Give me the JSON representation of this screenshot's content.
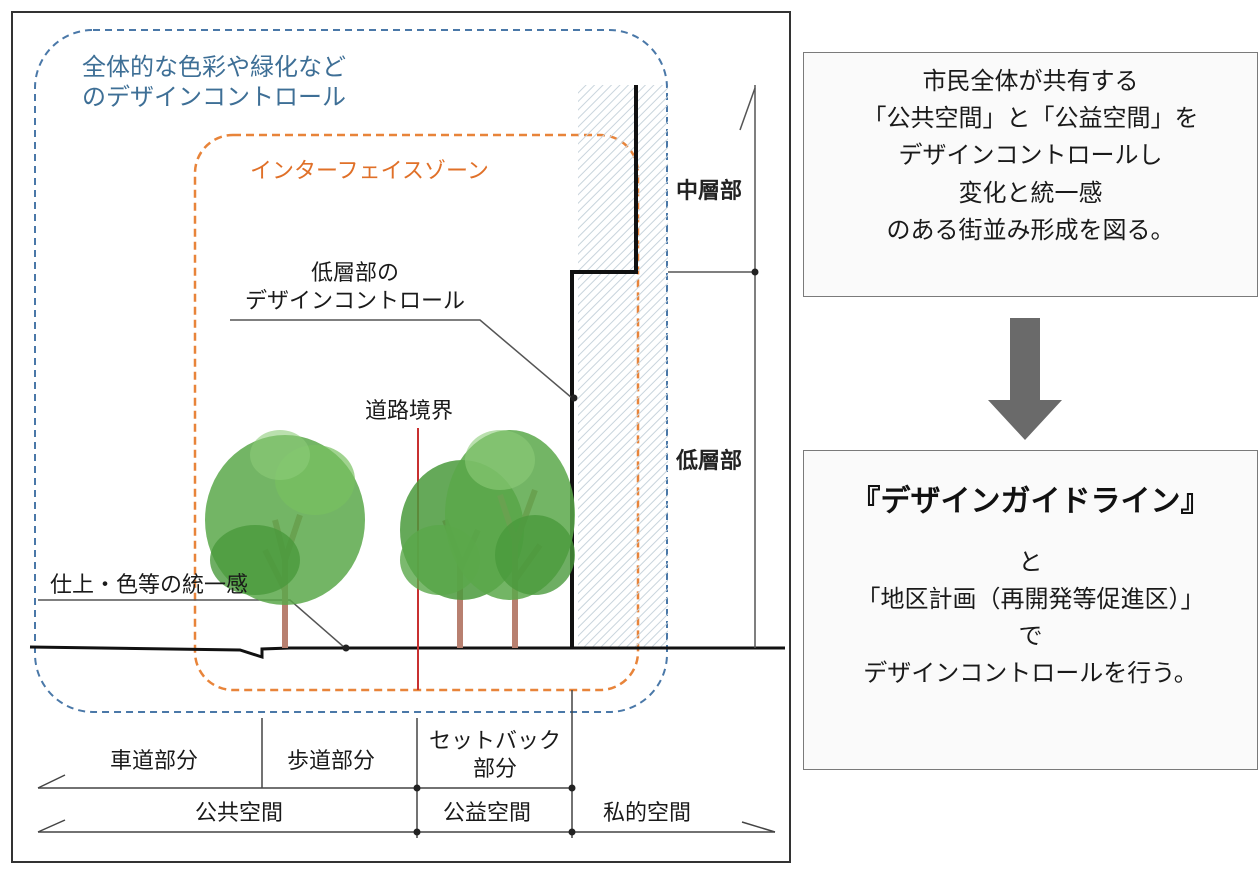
{
  "diagram": {
    "blue_zone_label": [
      "全体的な色彩や緑化など",
      "のデザインコントロール"
    ],
    "orange_zone_label": "インターフェイスゾーン",
    "low_rise_control_label": [
      "低層部の",
      "デザインコントロール"
    ],
    "mid_floor_label": "中層部",
    "low_floor_label": "低層部",
    "road_boundary_label": "道路境界",
    "finish_unity_label": "仕上・色等の統一感",
    "zones_top": [
      "車道部分",
      "歩道部分"
    ],
    "setback_label": [
      "セットバック",
      "部分"
    ],
    "zones_bottom": [
      "公共空間",
      "公益空間",
      "私的空間"
    ]
  },
  "message_box": {
    "lines": [
      "市民全体が共有する",
      "「公共空間」と「公益空間」を",
      "デザインコントロールし",
      "変化と統一感",
      "のある街並み形成を図る。"
    ]
  },
  "guideline_box": {
    "title": "『デザインガイドライン』",
    "lines": [
      "と",
      "「地区計画（再開発等促進区）」",
      "で",
      "デザインコントロールを行う。"
    ]
  },
  "colors": {
    "blue_zone": "#4a78a8",
    "orange_zone": "#e8843a",
    "road_boundary": "#c83030",
    "arrow": "#6a6a6a",
    "tree_leaf": "#5aa84a",
    "tree_trunk": "#b88070"
  }
}
